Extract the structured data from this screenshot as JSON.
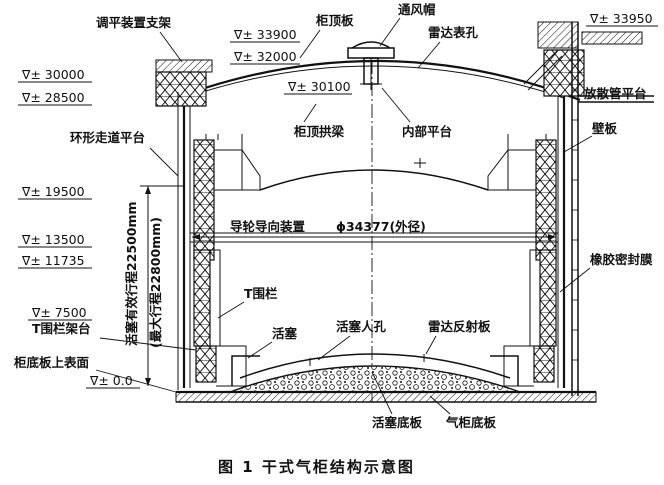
{
  "labels": {
    "leveling_support": "调平装置支架",
    "roof_plate": "柜顶板",
    "vent_cap": "通风帽",
    "radar_gauge_hole": "雷达表孔",
    "vent_pipe_platform": "放散管平台",
    "ring_walkway": "环形走道平台",
    "roof_arch_beam": "柜顶拱梁",
    "inner_platform": "内部平台",
    "wall_plate": "壁板",
    "guide_wheel": "导轮导向装置",
    "diameter": "ϕ34377(外径)",
    "rubber_seal": "橡胶密封膜",
    "t_fence": "T围栏",
    "t_fence_frame": "T围栏架台",
    "piston": "活塞",
    "piston_manhole": "活塞人孔",
    "radar_reflector": "雷达反射板",
    "bottom_surface": "柜底板上表面",
    "piston_bottom": "活塞底板",
    "tank_bottom": "气柜底板",
    "effective_stroke": "活塞有效行程22500mm",
    "max_stroke": "(最大行程22800mm)"
  },
  "elevations": {
    "e33900": "∇± 33900",
    "e32000": "∇± 32000",
    "e30100": "∇± 30100",
    "e33950": "∇± 33950",
    "e30000": "∇± 30000",
    "e28500": "∇± 28500",
    "e19500": "∇± 19500",
    "e13500": "∇± 13500",
    "e11735": "∇± 11735",
    "e7500": "∇± 7500",
    "e0": "∇± 0.0"
  },
  "caption": "图 1    干式气柜结构示意图"
}
